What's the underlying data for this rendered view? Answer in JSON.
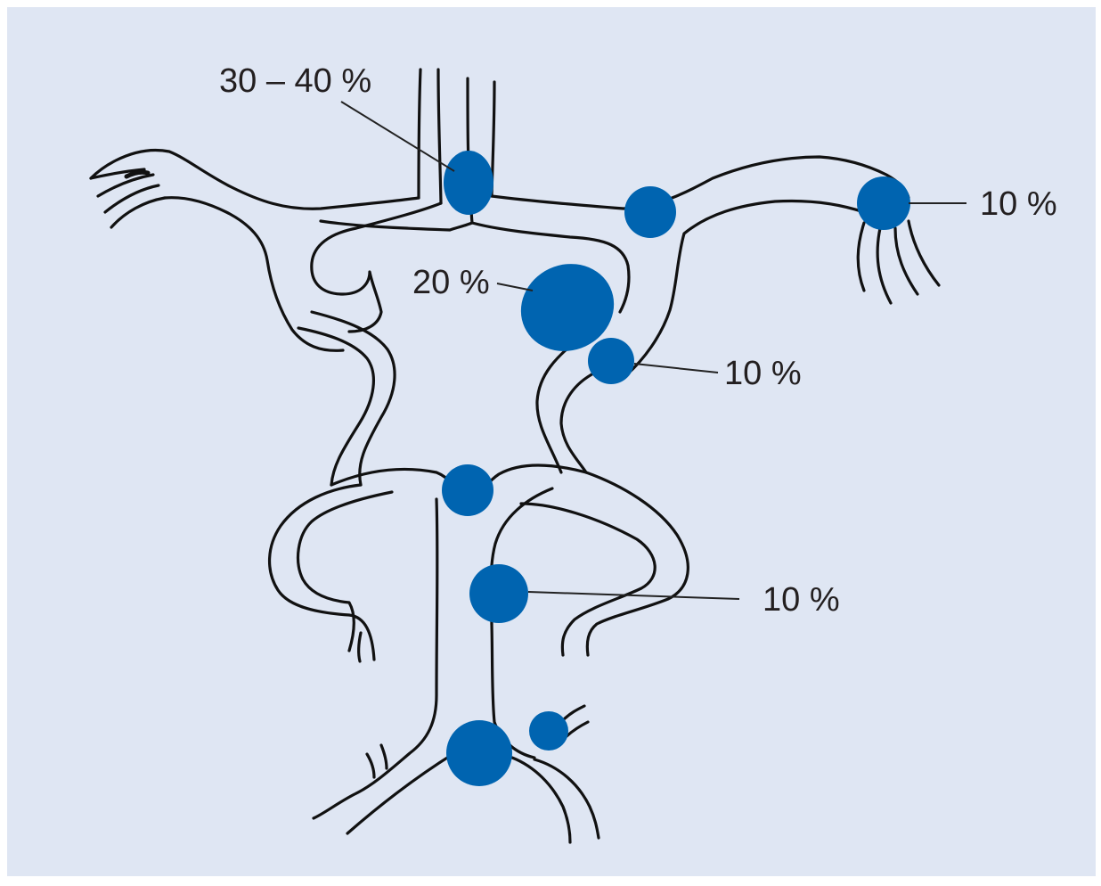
{
  "colors": {
    "background": "#dfe6f3",
    "aneurysm": "#0064b0",
    "vessel": "#111111"
  },
  "labels": {
    "acom": "30 – 40 %",
    "mca": "10 %",
    "pcom": "20 %",
    "carotid_terminus": "10 %",
    "basilar": "10 %"
  }
}
